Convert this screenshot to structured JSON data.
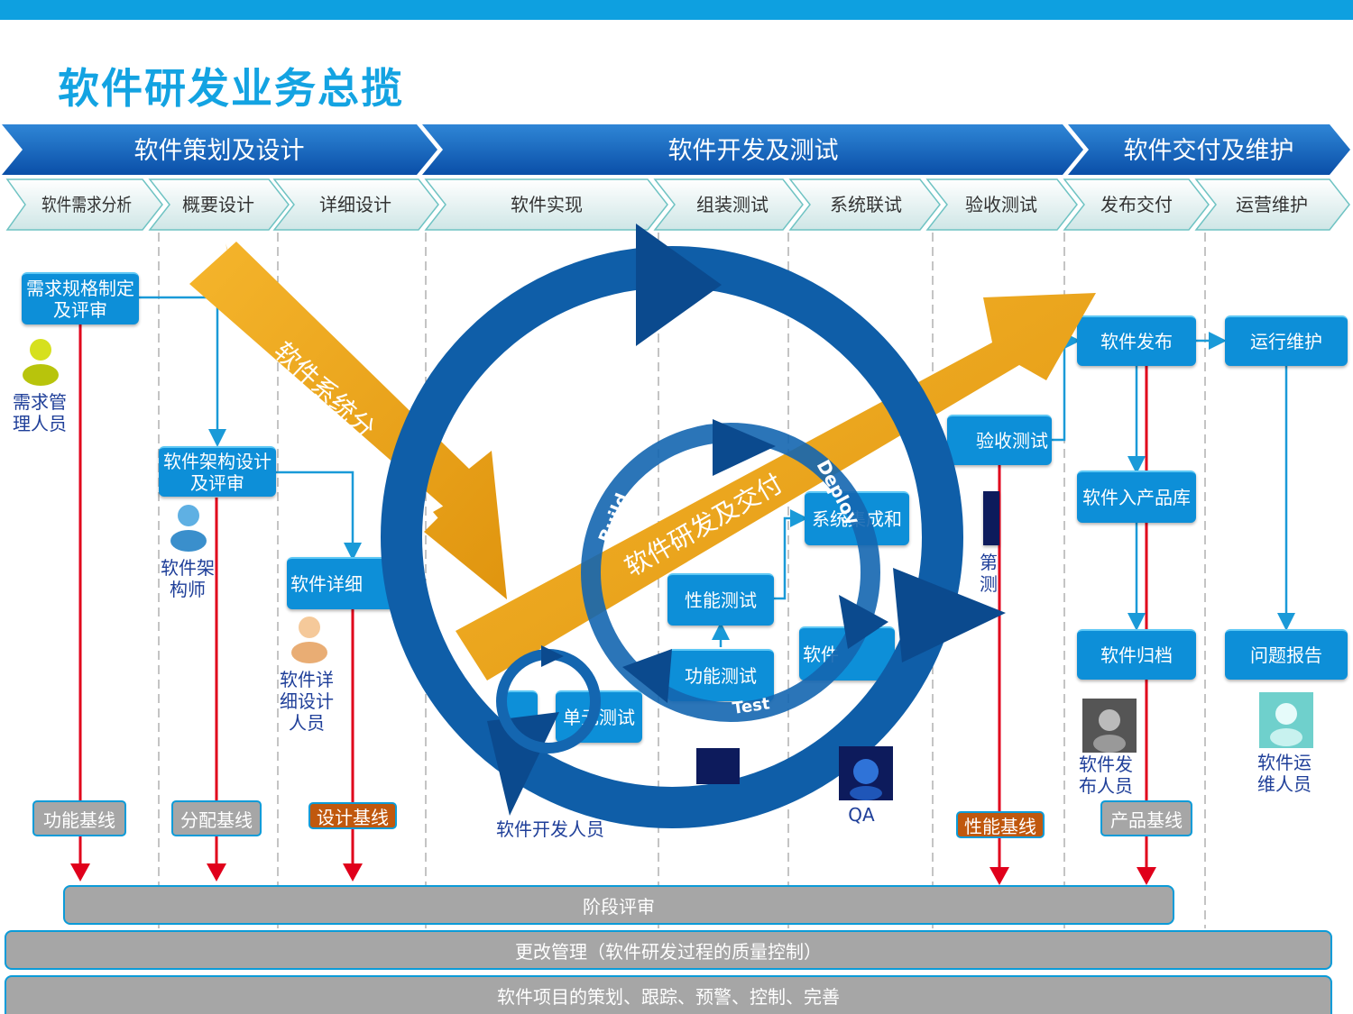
{
  "title": "软件研发业务总揽",
  "phases": [
    "软件策划及设计",
    "软件开发及测试",
    "软件交付及维护"
  ],
  "steps": [
    "软件需求分析",
    "概要设计",
    "详细设计",
    "软件实现",
    "组装测试",
    "系统联试",
    "验收测试",
    "发布交付",
    "运营维护"
  ],
  "boxes": {
    "req_spec": "需求规格制定及评审",
    "arch": "软件架构设计及评审",
    "detail": "软件详细",
    "unit_test": "单元测试",
    "func_test": "功能测试",
    "perf_test": "性能测试",
    "sys": "系统集成和",
    "accept": "验收测试",
    "release": "软件发布",
    "into_lib": "软件入产品库",
    "archive": "软件归档",
    "ops": "运行维护",
    "issue": "问题报告",
    "soft_box": "软件"
  },
  "people": {
    "req_mgr": "需求管理人员",
    "architect": "软件架构师",
    "detail_designer": "软件详细设计人员",
    "developer": "软件开发人员",
    "qa": "QA",
    "releaser": "软件发布人员",
    "ops": "软件运维人员",
    "third_test": "第测"
  },
  "baselines": {
    "func": "功能基线",
    "alloc": "分配基线",
    "design": "设计基线",
    "perf": "性能基线",
    "product": "产品基线"
  },
  "arrows": {
    "analysis": "软件系统分",
    "delivery": "软件研发及交付"
  },
  "cycle": {
    "build": "Build",
    "deploy": "Deploy",
    "test": "Test"
  },
  "bars": {
    "review": "阶段评审",
    "change": "更改管理（软件研发过程的质量控制）",
    "plan": "软件项目的策划、跟踪、预警、控制、完善"
  },
  "colors": {
    "blue": "#0d8fd8",
    "dark_blue": "#12539c",
    "orange": "#f0a51d",
    "red": "#e0001b",
    "header": "#0a5bb5"
  }
}
